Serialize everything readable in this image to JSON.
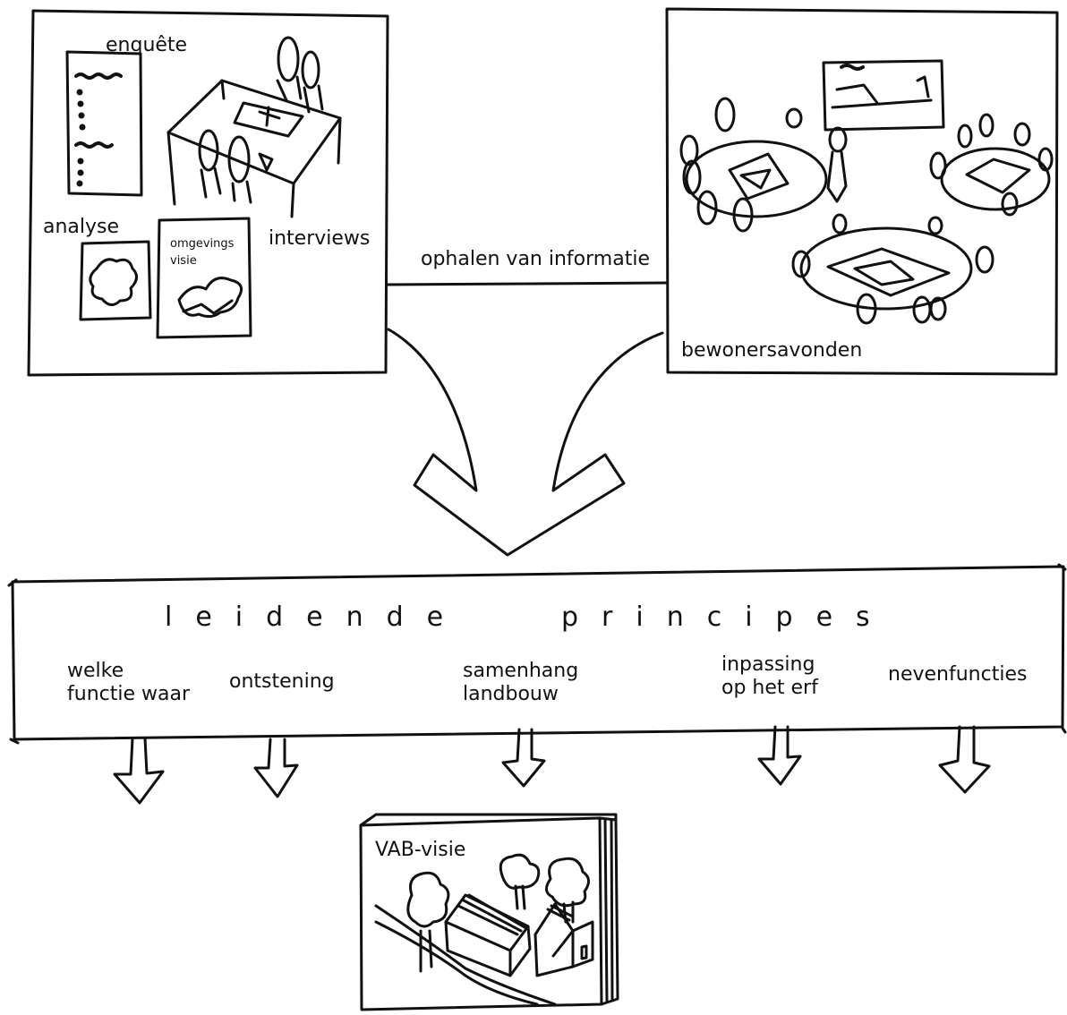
{
  "left_panel": {
    "enquete": "enquête",
    "interviews": "interviews",
    "analyse": "analyse",
    "omgevingsvisie_line1": "omgevings",
    "omgevingsvisie_line2": "visie"
  },
  "right_panel": {
    "bewonersavonden": "bewonersavonden"
  },
  "connector": {
    "label": "ophalen van informatie"
  },
  "principles": {
    "title_word1": "leidende",
    "title_word2": "principes",
    "items": [
      {
        "line1": "welke",
        "line2": "functie waar"
      },
      {
        "line1": "ontstening",
        "line2": ""
      },
      {
        "line1": "samenhang",
        "line2": "landbouw"
      },
      {
        "line1": "inpassing",
        "line2": "op het erf"
      },
      {
        "line1": "nevenfuncties",
        "line2": ""
      }
    ]
  },
  "result": {
    "label": "VAB-visie"
  }
}
